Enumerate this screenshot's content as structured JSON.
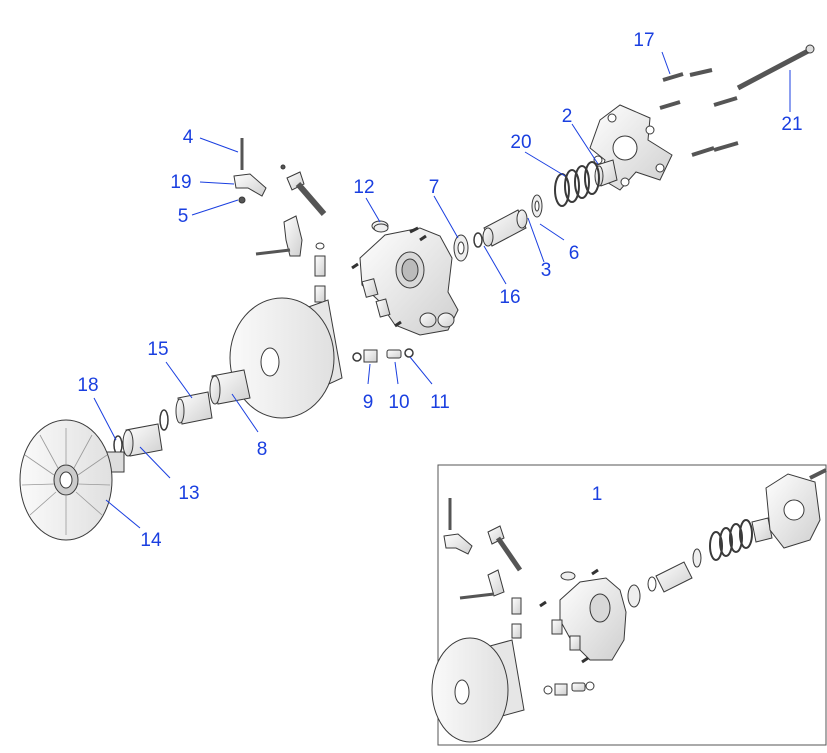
{
  "diagram": {
    "callouts": [
      {
        "id": "c1",
        "label": "1"
      },
      {
        "id": "c2",
        "label": "2"
      },
      {
        "id": "c3",
        "label": "3"
      },
      {
        "id": "c4",
        "label": "4"
      },
      {
        "id": "c5",
        "label": "5"
      },
      {
        "id": "c6",
        "label": "6"
      },
      {
        "id": "c7",
        "label": "7"
      },
      {
        "id": "c8",
        "label": "8"
      },
      {
        "id": "c9",
        "label": "9"
      },
      {
        "id": "c10",
        "label": "10"
      },
      {
        "id": "c11",
        "label": "11"
      },
      {
        "id": "c12",
        "label": "12"
      },
      {
        "id": "c13",
        "label": "13"
      },
      {
        "id": "c14",
        "label": "14"
      },
      {
        "id": "c15",
        "label": "15"
      },
      {
        "id": "c16",
        "label": "16"
      },
      {
        "id": "c17",
        "label": "17"
      },
      {
        "id": "c18",
        "label": "18"
      },
      {
        "id": "c19",
        "label": "19"
      },
      {
        "id": "c20",
        "label": "20"
      },
      {
        "id": "c21",
        "label": "21"
      }
    ],
    "colors": {
      "callout": "#1a3fe0",
      "leader": "#1a3fe0",
      "part_stroke": "#3a3a3a",
      "part_fill": "#f2f2f2",
      "part_shade": "#c9c9c9",
      "inset_border": "#555555"
    }
  }
}
